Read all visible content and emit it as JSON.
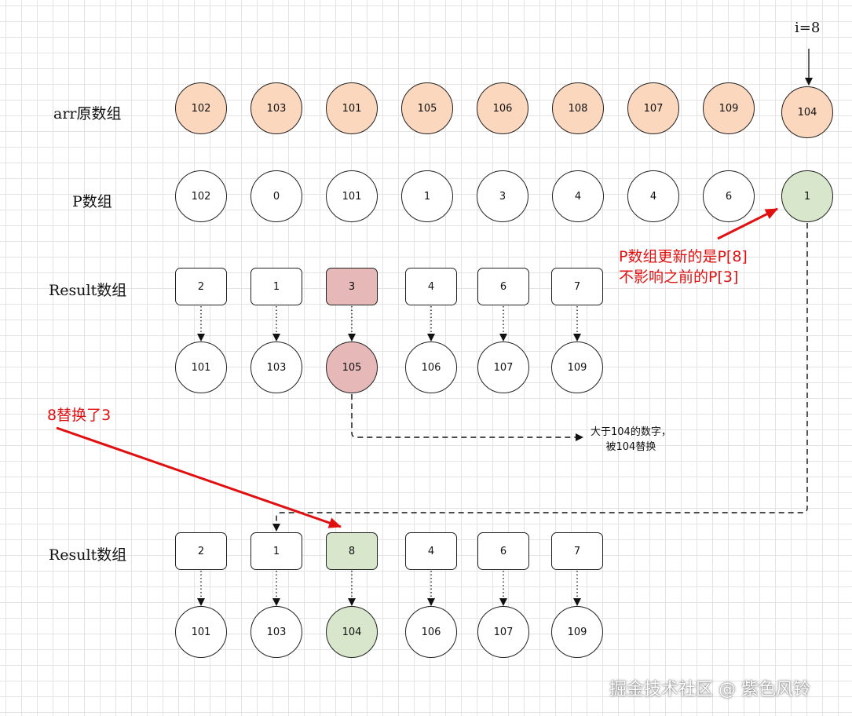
{
  "labels": {
    "arr": "arr原数组",
    "p": "P数组",
    "result1": "Result数组",
    "result2": "Result数组",
    "iteration": "i=8"
  },
  "arr": [
    "102",
    "103",
    "101",
    "105",
    "106",
    "108",
    "107",
    "109",
    "104"
  ],
  "p": [
    "102",
    "0",
    "101",
    "1",
    "3",
    "4",
    "4",
    "6",
    "1"
  ],
  "result_before": {
    "indices": [
      "2",
      "1",
      "3",
      "4",
      "6",
      "7"
    ],
    "values": [
      "101",
      "103",
      "105",
      "106",
      "107",
      "109"
    ]
  },
  "result_after": {
    "indices": [
      "2",
      "1",
      "8",
      "4",
      "6",
      "7"
    ],
    "values": [
      "101",
      "103",
      "104",
      "106",
      "107",
      "109"
    ]
  },
  "notes": {
    "p_update_line1": "P数组更新的是P[8]",
    "p_update_line2": "不影响之前的P[3]",
    "replace": "8替换了3",
    "greater_line1": "大于104的数字，",
    "greater_line2": "被104替换"
  },
  "watermark": "掘金技术社区 @ 紫色风铃",
  "colors": {
    "orange_fill": "#fad7bd",
    "green_fill": "#d8e6cb",
    "pink_fill": "#e6b8b8",
    "annotation_red": "#e01010"
  }
}
